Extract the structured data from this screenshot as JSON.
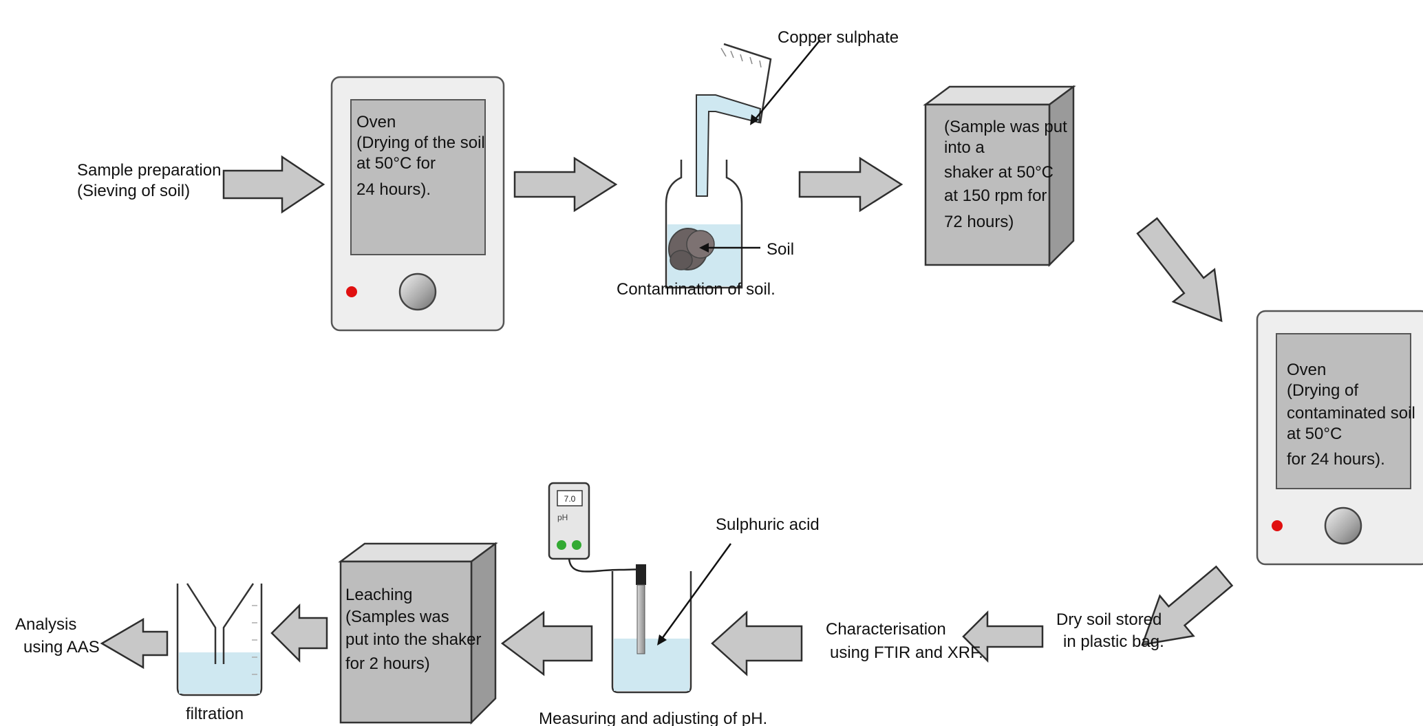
{
  "steps": {
    "sample_prep": [
      "Sample preparation",
      "(Sieving of soil)"
    ],
    "oven1": [
      "Oven",
      "(Drying of the soil",
      " at 50°C for",
      "24 hours)."
    ],
    "contamination": {
      "label": "Contamination of soil.",
      "copper": "Copper sulphate",
      "soil": "Soil"
    },
    "shaker1": [
      "(Sample was put",
      " into a",
      "shaker at 50°C",
      " at 150 rpm for",
      "72 hours)"
    ],
    "oven2": [
      "Oven",
      "(Drying of",
      "contaminated soil",
      "at 50°C",
      " for 24 hours)."
    ],
    "dry_soil": [
      "Dry soil stored",
      "in plastic bag."
    ],
    "characterisation": [
      "Characterisation",
      "using FTIR and XRF."
    ],
    "ph": {
      "label": "Measuring and adjusting of pH.",
      "acid": "Sulphuric acid",
      "reading": "7.0",
      "unit": "pH"
    },
    "leaching": [
      "Leaching",
      "(Samples was",
      "put into the shaker",
      "for 2 hours)"
    ],
    "filtration": "filtration",
    "analysis": [
      "Analysis",
      "using AAS"
    ]
  },
  "colors": {
    "arrow_fill": "#c8c8c8",
    "box_face": "#bdbdbd",
    "box_top": "#e0e0e0",
    "box_side": "#9a9a9a",
    "oven_body": "#eeeeee",
    "oven_screen": "#bdbdbd",
    "liquid": "#cfe8f1",
    "indicator_red": "#e01010",
    "meter_green": "#33aa33"
  }
}
